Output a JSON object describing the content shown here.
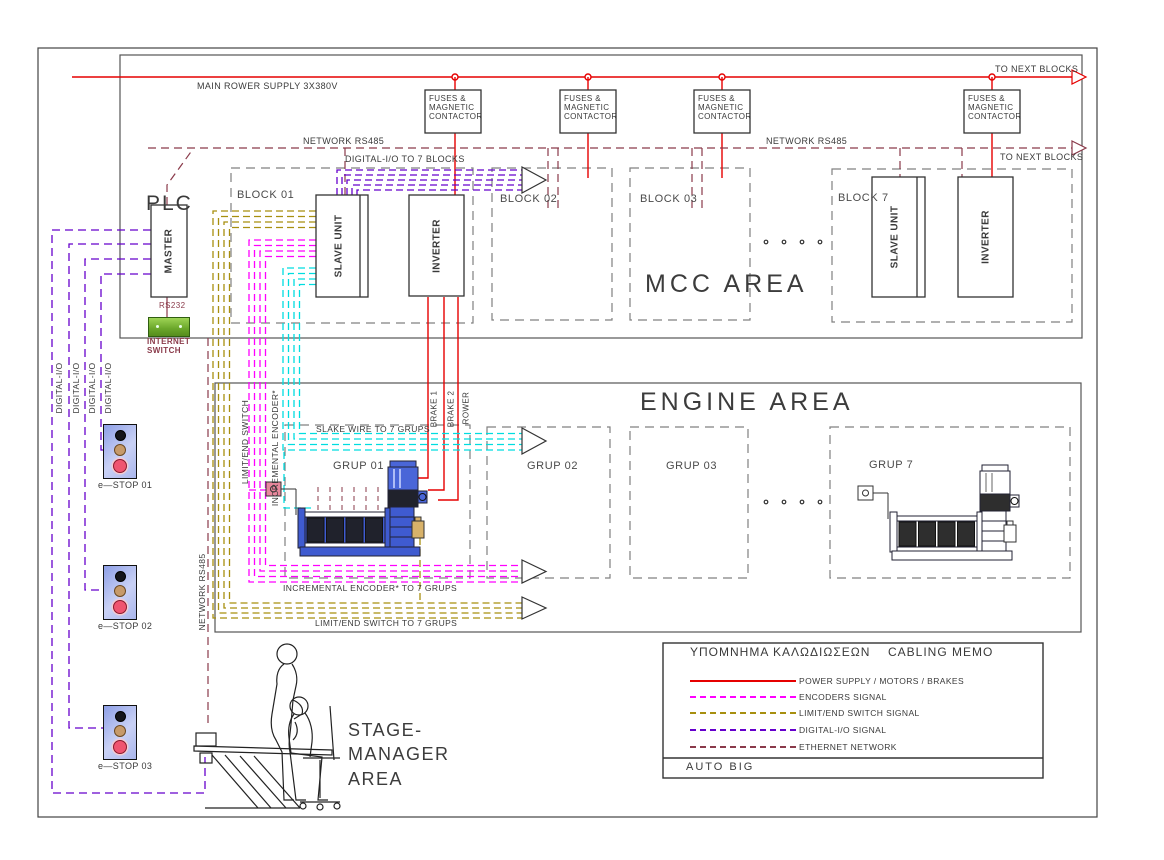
{
  "colors": {
    "power": "#e60000",
    "encoders": "#ff00ff",
    "limit_switch": "#a78f0f",
    "digital_io": "#6600cc",
    "ethernet": "#8a3a4a",
    "slake_wire": "#00dde0",
    "block_border": "#808080",
    "switch_green": "#6aa62a",
    "estop_blue": "#aab6ec"
  },
  "top": {
    "main_power": "MAIN ROWER SUPPLY 3X380V",
    "to_next_blocks_power": "TO NEXT BLOCKS",
    "to_next_blocks_network": "TO NEXT BLOCKS",
    "network_rs485_left": "NETWORK RS485",
    "network_rs485_right": "NETWORK RS485",
    "digital_io_to_blocks": "DIGITAL-I/O TO 7 BLOCKS"
  },
  "plc": {
    "title": "PLC",
    "master": "MASTER",
    "rs232": "RS232",
    "internet_switch": "INTERNET\nSWITCH"
  },
  "mcc": {
    "title": "MCC  AREA",
    "fuse_label": "FUSES &\nMAGNETIC\nCONTACTOR",
    "blocks": [
      {
        "label": "BLOCK 01"
      },
      {
        "label": "BLOCK 02"
      },
      {
        "label": "BLOCK 03"
      },
      {
        "label": "BLOCK 7"
      }
    ],
    "slave_unit": "SLAVE UNIT",
    "inverter": "INVERTER"
  },
  "engine": {
    "title": "ENGINE  AREA",
    "grups": [
      "GRUP 01",
      "GRUP 02",
      "GRUP 03",
      "GRUP 7"
    ],
    "slake_wire": "SLAKE WIRE TO 7 GRUPS",
    "encoder_bus": "INCREMENTAL ENCODER* TO 7 GRUPS",
    "limit_bus": "LIMIT/END SWITCH TO 7 GRUPS",
    "limit_switch": "LIMIT/END SWITCH",
    "incremental_encoder": "INCREMENTAL ENCODER*",
    "brake1": "BRAKE 1",
    "brake2": "BRAKE 2",
    "power": "ROWER",
    "network_rs485": "NETWORK RS485"
  },
  "left": {
    "digital_io_labels": [
      "DIGITAL-I/O",
      "DIGITAL-I/O",
      "DIGITAL-I/O",
      "DIGITAL-I/O"
    ],
    "estops": [
      {
        "label": "e—STOP 01"
      },
      {
        "label": "e—STOP 02"
      },
      {
        "label": "e—STOP 03"
      }
    ]
  },
  "stage": {
    "title": "STAGE-\nMANAGER\nAREA"
  },
  "legend": {
    "title_el": "ΥΠΟΜΝΗΜΑ  ΚΑΛΩΔΙΩΣΕΩΝ",
    "title_en": "CABLING MEMO",
    "items": [
      {
        "label": "POWER SUPPLY / MOTORS / BRAKES",
        "color": "#e60000",
        "style": "solid"
      },
      {
        "label": "ENCODERS SIGNAL",
        "color": "#ff00ff",
        "style": "dashed"
      },
      {
        "label": "LIMIT/END SWITCH  SIGNAL",
        "color": "#a78f0f",
        "style": "dashed"
      },
      {
        "label": "DIGITAL-I/O SIGNAL",
        "color": "#6600cc",
        "style": "dashed"
      },
      {
        "label": "ETHERNET NETWORK",
        "color": "#8a3a4a",
        "style": "dashed"
      }
    ],
    "footer": "AUTO BIG"
  }
}
